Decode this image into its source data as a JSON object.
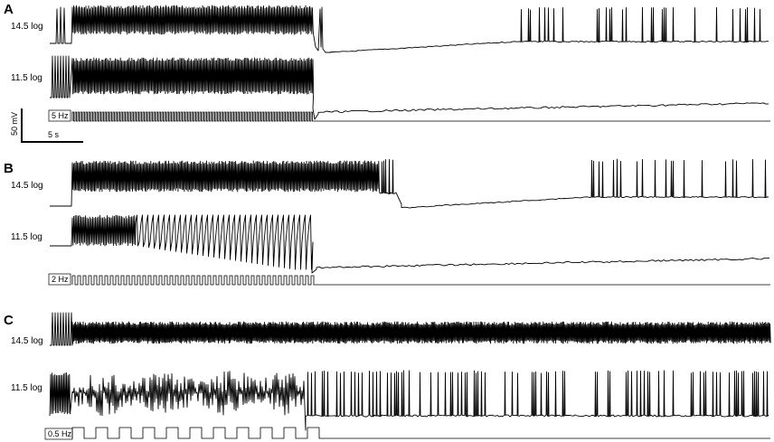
{
  "panels": [
    {
      "letter": "A",
      "traces": [
        {
          "label": "14.5 log",
          "pattern": "A-top"
        },
        {
          "label": "11.5 log",
          "pattern": "A-bottom"
        }
      ],
      "stimulus": {
        "label": "5 Hz",
        "frequency_hz": 5
      }
    },
    {
      "letter": "B",
      "traces": [
        {
          "label": "14.5 log",
          "pattern": "B-top"
        },
        {
          "label": "11.5 log",
          "pattern": "B-bottom"
        }
      ],
      "stimulus": {
        "label": "2 Hz",
        "frequency_hz": 2
      }
    },
    {
      "letter": "C",
      "traces": [
        {
          "label": "14.5 log",
          "pattern": "C-top"
        },
        {
          "label": "11.5 log",
          "pattern": "C-bottom"
        }
      ],
      "stimulus": {
        "label": "0.5 Hz",
        "frequency_hz": 0.5
      }
    }
  ],
  "scale_bar": {
    "voltage_label": "50 mV",
    "time_label": "5 s"
  }
}
